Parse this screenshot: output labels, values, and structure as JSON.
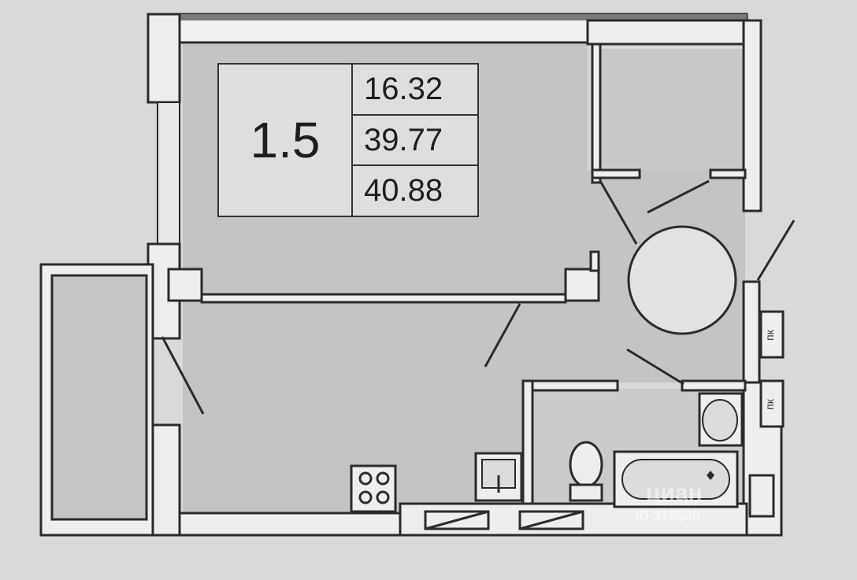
{
  "unit_info": {
    "rooms": "1.5",
    "areas": [
      "16.32",
      "39.77",
      "40.88"
    ]
  },
  "fixtures": {
    "shaft_label_top": "пк",
    "shaft_label_bottom": "пк"
  },
  "watermark": {
    "brand": "циан",
    "id_text": "ID 315540"
  },
  "colors": {
    "background": "#d9d9d9",
    "floor": "#c4c4c4",
    "wall": "#2b2b2b"
  }
}
